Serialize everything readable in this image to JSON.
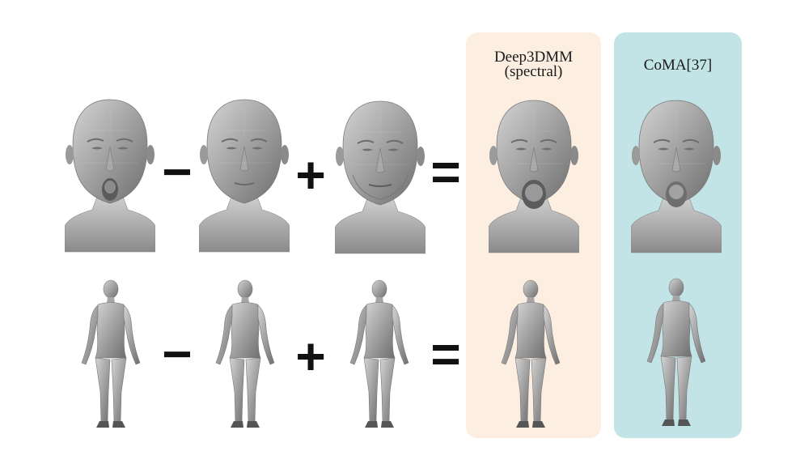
{
  "labels": {
    "deep3dmm": "Deep3DMM\n(spectral)",
    "coma": "CoMA[37]"
  },
  "operators": {
    "minus": "−",
    "plus": "+",
    "equals": "="
  },
  "rows": [
    {
      "kind": "head",
      "items": [
        {
          "name": "head-expression-open-mouth",
          "mouth": "open"
        },
        {
          "name": "head-neutral",
          "mouth": "closed"
        },
        {
          "name": "head-neutral-other-identity",
          "mouth": "closed"
        },
        {
          "name": "head-result-deep3dmm",
          "mouth": "open"
        },
        {
          "name": "head-result-coma",
          "mouth": "open"
        }
      ]
    },
    {
      "kind": "body",
      "items": [
        {
          "name": "body-pose-walking"
        },
        {
          "name": "body-neutral"
        },
        {
          "name": "body-neutral-other-identity"
        },
        {
          "name": "body-result-deep3dmm"
        },
        {
          "name": "body-result-coma"
        }
      ]
    }
  ]
}
